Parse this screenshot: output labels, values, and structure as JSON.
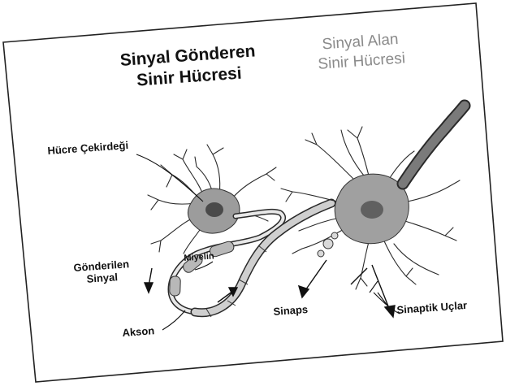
{
  "titles": {
    "sending_line1": "Sinyal Gönderen",
    "sending_line2": "Sinir Hücresi",
    "receiving_line1": "Sinyal Alan",
    "receiving_line2": "Sinir Hücresi"
  },
  "labels": {
    "nucleus": "Hücre Çekirdeği",
    "myelin": "Miyelin",
    "signal_line1": "Gönderilen",
    "signal_line2": "Sinyal",
    "axon": "Akson",
    "synapse": "Sinaps",
    "terminals": "Sinaptik Uçlar"
  }
}
